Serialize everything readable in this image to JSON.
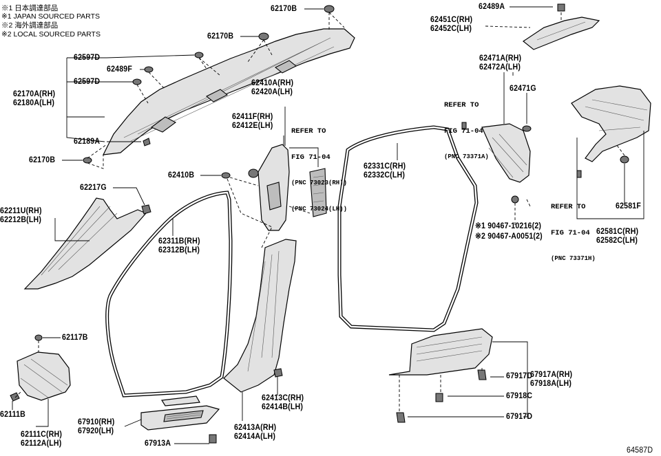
{
  "notes": [
    "※1 日本調達部品",
    "※1 JAPAN SOURCED PARTS",
    "※2 海外調達部品",
    "※2 LOCAL SOURCED PARTS"
  ],
  "labels": {
    "p62170B_top": "62170B",
    "p62170B_mid": "62170B",
    "p62597D_a": "62597D",
    "p62489F": "62489F",
    "p62597D_b": "62597D",
    "p62170A": "62170A(RH)\n62180A(LH)",
    "p62189A": "62189A",
    "p62170B_low": "62170B",
    "p62217G": "62217G",
    "p62211U": "62211U(RH)\n62212B(LH)",
    "p62117B": "62117B",
    "p62111B": "62111B",
    "p62111C": "62111C(RH)\n62112A(LH)",
    "p62410A": "62410A(RH)\n62420A(LH)",
    "p62411F": "62411F(RH)\n62412E(LH)",
    "p62410B": "62410B",
    "p62311B": "62311B(RH)\n62312B(LH)",
    "p62331C": "62331C(RH)\n62332C(LH)",
    "p62413C": "62413C(RH)\n62414B(LH)",
    "p62413A": "62413A(RH)\n62414A(LH)",
    "p67910": "67910(RH)\n67920(LH)",
    "p67913A": "67913A",
    "p62489A": "62489A",
    "p62451C": "62451C(RH)\n62452C(LH)",
    "p62471A": "62471A(RH)\n62472A(LH)",
    "p62471G": "62471G",
    "p90467_1": "※1 90467-10216(2)",
    "p90467_2": "※2 90467-A0051(2)",
    "p62581F": "62581F",
    "p62581C": "62581C(RH)\n62582C(LH)",
    "p67917D_a": "67917D",
    "p67917A": "67917A(RH)\n67918A(LH)",
    "p67918C": "67918C",
    "p67917D_b": "67917D",
    "diagram_id": "64587D"
  },
  "refs": {
    "ref_center": {
      "line1": "REFER TO",
      "line2": "FIG 71-04",
      "pnc1": "(PNC 73023(RH))",
      "pnc2": "(PNC 73024(LH))"
    },
    "ref_upper_right": {
      "line1": "REFER TO",
      "line2": "FIG 71-04",
      "pnc1": "(PNC 73371A)"
    },
    "ref_lower_right": {
      "line1": "REFER TO",
      "line2": "FIG 71-04",
      "pnc1": "(PNC 73371H)"
    }
  }
}
